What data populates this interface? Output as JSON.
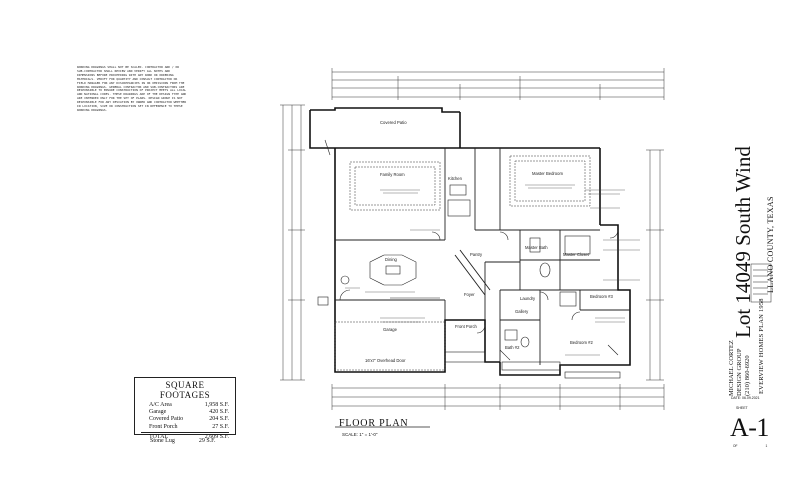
{
  "general_notes": "WORKING DRAWINGS SHALL NOT BE SCALED. CONTRACTOR AND / OR SUB-CONTRACTOR SHALL REVIEW AND VERIFY ALL NOTES AND DIMENSIONS BEFORE PROCEEDING WITH ANY WORK OR ORDERING MATERIALS. VERIFY FOR QUANTITY AND CONSULT CONTRACTOR OR FIELD MANAGER FOR ANY DISCREPANCIES IN OR OMISSIONS FROM THE WORKING DRAWINGS. GENERAL CONTRACTOR AND SUB-CONTRACTORS ARE RESPONSIBLE TO ENSURE CONSTRUCTION OF PROJECT MEETS ALL LOCAL AND NATIONAL CODES. THESE DRAWINGS ARE OF THE DESIGN TYPE AND ARE INTENDED ONLY FOR THE SET OF PLANS. DESIGN GROUP IS NOT RESPONSIBLE FOR ANY DEVIATION BY OWNER AND CONTRACTOR WHETHER IN LOCATION, SIZE OR CONSTRUCTION SET IN REFERENCE TO THESE WORKING DRAWINGS.",
  "rooms": {
    "covered_patio": "Covered Patio",
    "family_room": "Family Room",
    "master_bedroom": "Master Bedroom",
    "kitchen": "Kitchen",
    "dining": "Dining",
    "pantry": "Pantry",
    "master_bath": "Master Bath",
    "master_closet": "Master Closet",
    "foyer": "Foyer",
    "garage": "Garage",
    "front_porch": "Front Porch",
    "laundry": "Laundry",
    "gallery": "Gallery",
    "bath2": "Bath #2",
    "bedroom2": "Bedroom #2",
    "bedroom3": "Bedroom #3",
    "garage_door": "16'x7' Overhead Door"
  },
  "square_footages": {
    "title": "SQUARE FOOTAGES",
    "rows": [
      {
        "label": "A/C Area",
        "value": "1,958 S.F."
      },
      {
        "label": "Garage",
        "value": "420 S.F."
      },
      {
        "label": "Covered Patio",
        "value": "204 S.F."
      },
      {
        "label": "Front Porch",
        "value": "27 S.F."
      }
    ],
    "total_label": "TOTAL",
    "total_value": "2,609 S.F."
  },
  "stone_lug": {
    "label": "Stone Lug",
    "value": "29 S.F."
  },
  "plan_title": "FLOOR PLAN",
  "plan_scale": "SCALE: 1\" = 1'-0\"",
  "title_block": {
    "lot": "Lot 14049 South Wind",
    "county": "LLANO COUNTY, TEXAS",
    "plan": "EVERVIEW HOMES PLAN 1958",
    "firm_line1": "MICHAEL CORTEZ",
    "firm_line2": "DESIGN GROUP",
    "firm_line3": "(210) 860-6920",
    "date": "DATE: 06.09.2021",
    "sheet_label": "SHEET",
    "sheet_number": "A-1",
    "of_label": "OF",
    "of_total": "1"
  },
  "colors": {
    "line": "#222222",
    "paper": "#ffffff"
  }
}
